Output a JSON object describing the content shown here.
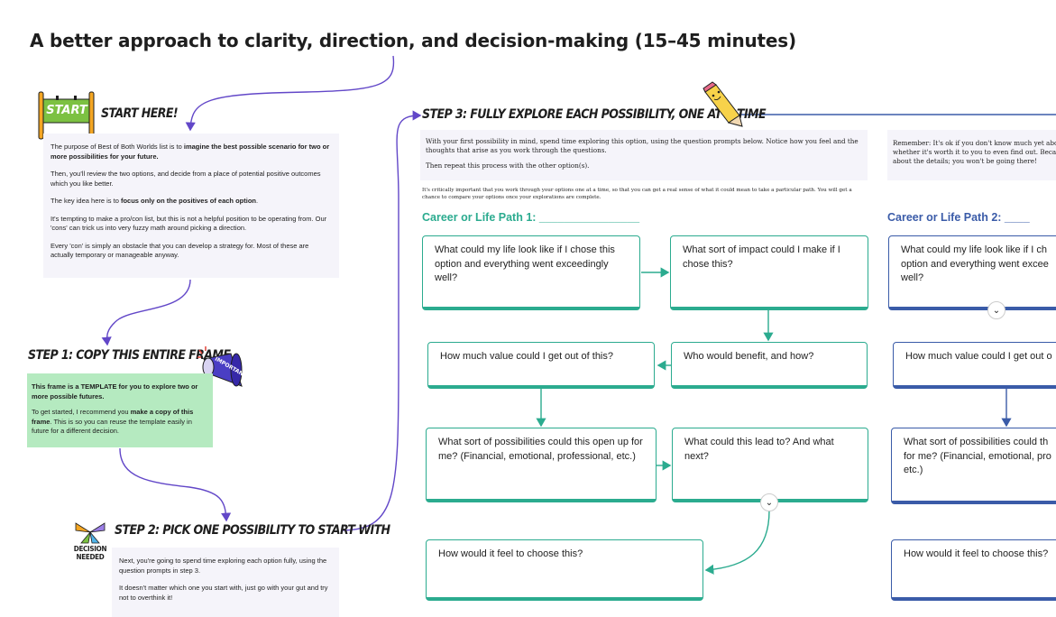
{
  "title": "A better approach to clarity, direction, and decision-making (15–45 minutes)",
  "start": {
    "sign_text": "START",
    "heading": "START HERE!",
    "p1_a": "The purpose of Best of Both Worlds list is to ",
    "p1_b": "imagine the best possible scenario for two or more possibilities for your future.",
    "p2": "Then, you'll review the two options, and decide from a place of potential positive outcomes which you like better.",
    "p3_a": "The key idea here is to ",
    "p3_b": "focus only on the positives of each option",
    "p3_c": ".",
    "p4": "It's tempting to make a pro/con list, but this is not a helpful position to be operating from. Our 'cons' can trick us into very fuzzy math around picking a direction.",
    "p5": "Every 'con' is simply an obstacle that you can develop a strategy for. Most of these are actually temporary or manageable anyway."
  },
  "step1": {
    "heading": "STEP 1: COPY THIS ENTIRE FRAME",
    "badge_text": "IMPORTANT",
    "p1": "This frame is a TEMPLATE for you to explore two or more possible futures.",
    "p2_a": "To get started, I recommend you ",
    "p2_b": "make a copy of this frame",
    "p2_c": ". This is so you can reuse the template easily in future for a different decision."
  },
  "step2": {
    "heading": "STEP 2: PICK ONE POSSIBILITY TO START WITH",
    "icon_label_1": "DECISION",
    "icon_label_2": "NEEDED",
    "p1": "Next, you're going to spend time exploring each option fully, using the question prompts in step 3.",
    "p2": "It doesn't matter which one you start with, just go with your gut and try not to overthink it!"
  },
  "step3": {
    "heading": "STEP 3: FULLY EXPLORE EACH POSSIBILITY, ONE AT A TIME",
    "p1": "With your first possibility in mind, spend time exploring this option, using the question prompts below. Notice how you feel and the thoughts that arise as you work through the questions.",
    "p2": "Then repeat this process with the other option(s).",
    "note": "It's critically important that you work through your options one at a time, so that you can get a real sense of what it could mean to take a particular path. You will get a chance to compare your options once your explorations are complete.",
    "remember_l1": "Remember: It's ok if you don't know much yet about",
    "remember_l2": "whether it's worth it to you to even find out. Becaus",
    "remember_l3": "about the details; you won't be going there!"
  },
  "path1": {
    "title": "Career or Life Path 1: ________________",
    "q_life": "What could my life look like if I chose this option and everything went exceedingly well?",
    "q_impact": "What sort of impact could I make if I chose this?",
    "q_value": "How much value could I get out of this?",
    "q_benefit": "Who would benefit, and how?",
    "q_possibilities": "What sort of possibilities could this open up for me? (Financial, emotional, professional, etc.)",
    "q_lead": "What could this lead to? And what next?",
    "q_feel": "How would it feel to choose this?"
  },
  "path2": {
    "title": "Career or Life Path 2: ____",
    "q_life": "What could my life look like if I ch option and everything went excee well?",
    "q_value": "How much value could I get out o",
    "q_possibilities": "What sort of possibilities could th for me? (Financial, emotional, pro etc.)",
    "q_feel": "How would it feel to choose this?"
  },
  "colors": {
    "connector_purple": "#6247c8",
    "green_accent": "#2bab8f",
    "blue_accent": "#3a5ba8",
    "note_bg": "#f5f4fa",
    "step1_note_bg": "#b5eac0"
  }
}
